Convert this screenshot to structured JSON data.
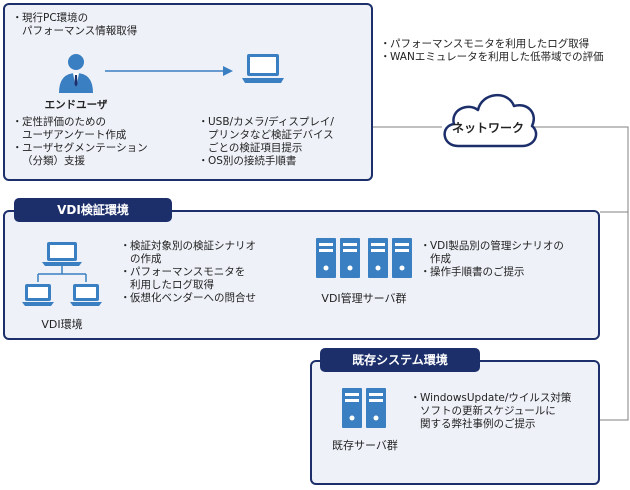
{
  "colors": {
    "navy": "#1c2f6b",
    "icon_blue": "#3a7fc1",
    "panel_bg": "#eef1f8",
    "line_gray": "#808080"
  },
  "top_panel": {
    "eval_note": [
      "現行PC環境の\nパフォーマンス情報取得"
    ],
    "user_label": "エンドユーザ",
    "user_notes": [
      "定性評価のための\nユーザアンケート作成",
      "ユーザセグメンテーション\n（分類）支援"
    ],
    "device_notes": [
      "USB/カメラ/ディスプレイ/\nプリンタなど検証デバイス\nごとの検証項目提示",
      "OS別の接続手順書"
    ]
  },
  "network": {
    "label": "ネットワーク",
    "notes": [
      "パフォーマンスモニタを利用したログ取得",
      "WANエミュレータを利用した低帯域での評価"
    ]
  },
  "vdi_panel": {
    "title": "VDI検証環境",
    "env_label": "VDI環境",
    "env_notes": [
      "検証対象別の検証シナリオ\nの作成",
      "パフォーマンスモニタを\n利用したログ取得",
      "仮想化ベンダーへの問合せ"
    ],
    "server_label": "VDI管理サーバ群",
    "server_notes": [
      "VDI製品別の管理シナリオの\n作成",
      "操作手順書のご提示"
    ]
  },
  "legacy_panel": {
    "title": "既存システム環境",
    "server_label": "既存サーバ群",
    "notes": [
      "WindowsUpdate/ウイルス対策\nソフトの更新スケジュールに\n関する弊社事例のご提示"
    ]
  }
}
